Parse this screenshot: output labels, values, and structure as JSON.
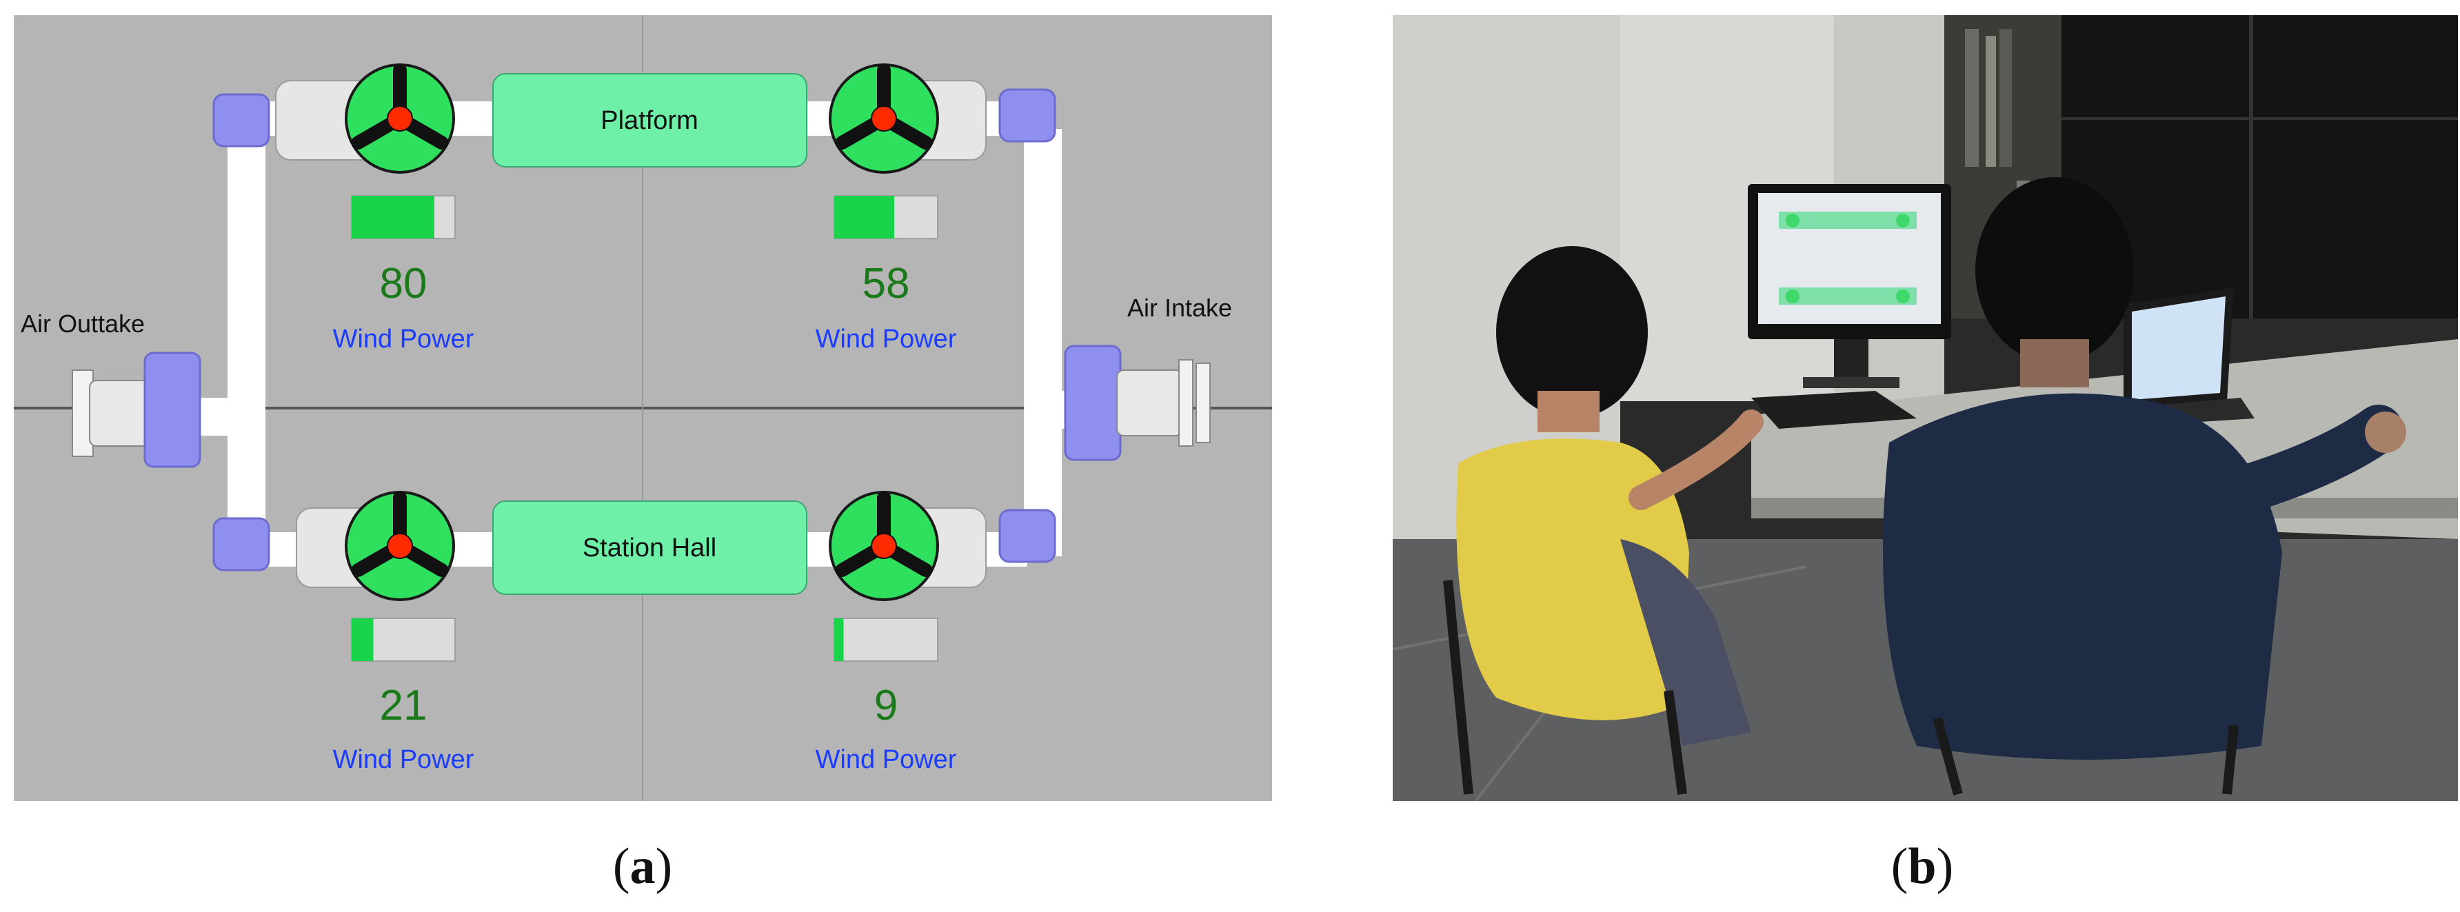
{
  "panel_a": {
    "label_air_outtake": "Air Outtake",
    "label_air_intake": "Air Intake",
    "chamber_platform": "Platform",
    "chamber_station_hall": "Station Hall",
    "fans": [
      {
        "value": "80",
        "caption": "Wind Power",
        "level": 80
      },
      {
        "value": "58",
        "caption": "Wind Power",
        "level": 58
      },
      {
        "value": "21",
        "caption": "Wind Power",
        "level": 21
      },
      {
        "value": "9",
        "caption": "Wind Power",
        "level": 9
      }
    ]
  },
  "captions": {
    "a_open": "(",
    "a_letter": "a",
    "a_close": ")",
    "b_open": "(",
    "b_letter": "b",
    "b_close": ")"
  },
  "colors": {
    "panel_bg": "#b5b5b5",
    "fan_green": "#2fe05f",
    "fan_hub": "#ff2a00",
    "chamber_green": "#6ff0a8",
    "connector_blue": "#8f8ff0",
    "value_green": "#1a7a1a",
    "caption_blue": "#1a3cff",
    "bar_green": "#19d34a"
  }
}
